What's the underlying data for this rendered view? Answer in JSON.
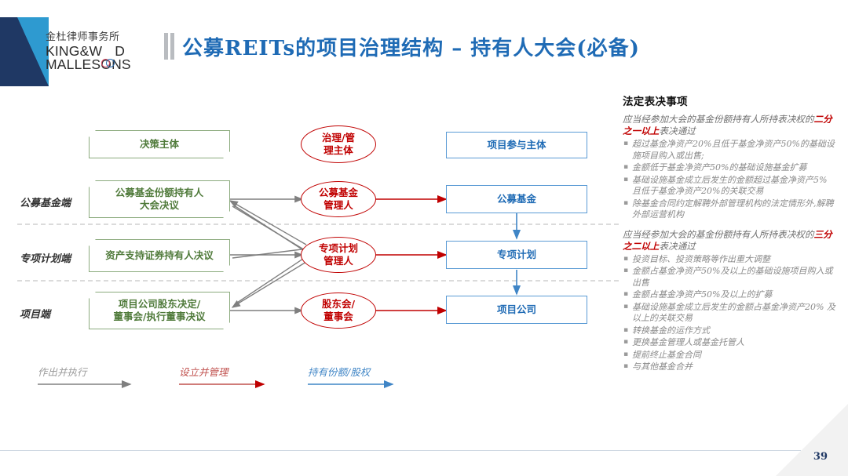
{
  "brand": {
    "cn_name": "金杜律师事务所",
    "en_line1_a": "KING&W",
    "en_line1_b": "D",
    "en_line2": "MALLESONS",
    "accent_blue": "#2b6cb0",
    "accent_red": "#d94a63",
    "mark_dark": "#1f3864",
    "mark_light": "#2e9ad0"
  },
  "header": {
    "title": "公募REITs的项目治理结构 – 持有人大会(必备)",
    "title_color": "#1f6bb5"
  },
  "diagram": {
    "column_headers": {
      "decision": "决策主体",
      "governance": "治理/管\n理主体",
      "governance_line1": "治理/管",
      "governance_line2": "理主体",
      "participants": "项目参与主体"
    },
    "row_labels": [
      "公募基金端",
      "专项计划端",
      "项目端"
    ],
    "rows": [
      {
        "decision_line1": "公募基金份额持有人",
        "decision_line2": "大会决议",
        "manager_line1": "公募基金",
        "manager_line2": "管理人",
        "entity": "公募基金"
      },
      {
        "decision_line1": "资产支持证券持有人决议",
        "decision_line2": "",
        "manager_line1": "专项计划",
        "manager_line2": "管理人",
        "entity": "专项计划"
      },
      {
        "decision_line1": "项目公司股东决定/",
        "decision_line2": "董事会/执行董事决议",
        "manager_line1": "股东会/",
        "manager_line2": "董事会",
        "entity": "项目公司"
      }
    ],
    "legend": [
      {
        "label": "作出并执行",
        "color": "#808080"
      },
      {
        "label": "设立并管理",
        "color": "#c0504d"
      },
      {
        "label": "持有份额/股权",
        "color": "#3f85c6"
      }
    ],
    "colors": {
      "green_border": "#8cab7e",
      "green_text": "#4f7a3a",
      "red": "#c00000",
      "blue_border": "#5b9bd5",
      "blue_text": "#1f6bb5",
      "divider": "#b7b7b7"
    }
  },
  "panel": {
    "heading": "法定表决事项",
    "sections": [
      {
        "lead_pre": "应当经参加大会的基金份额持有人所持表决权的",
        "lead_em": "二分之一以上",
        "lead_post": "表决通过",
        "items": [
          "超过基金净资产20%且低于基金净资产50%的基础设施项目购入或出售;",
          "金额低于基金净资产50%的基础设施基金扩募",
          "基础设施基金成立后发生的金额超过基金净资产5% 且低于基金净资产20%的关联交易",
          "除基金合同约定解聘外部管理机构的法定情形外,解聘外部运营机构"
        ]
      },
      {
        "lead_pre": "应当经参加大会的基金份额持有人所持表决权的",
        "lead_em": "三分之二以上",
        "lead_post": "表决通过",
        "items": [
          "投资目标、投资策略等作出重大调整",
          "金额占基金净资产50%及以上的基础设施项目购入或出售",
          "金额占基金净资产50%及以上的扩募",
          "基础设施基金成立后发生的金额占基金净资产20% 及以上的关联交易",
          "转换基金的运作方式",
          "更换基金管理人或基金托管人",
          "提前终止基金合同",
          "与其他基金合并"
        ]
      }
    ]
  },
  "footer": {
    "page_number": "39"
  }
}
